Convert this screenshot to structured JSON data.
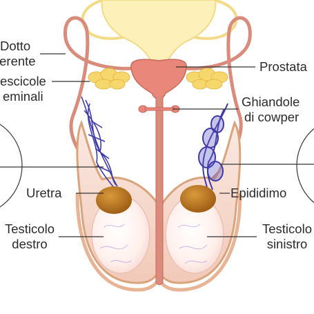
{
  "labels": {
    "dotto_deferente": [
      "Dotto",
      "ferente"
    ],
    "vescicole_seminali": [
      "escicole",
      "eminali"
    ],
    "prostata": "Prostata",
    "ghiandole_cowper": [
      "Ghiandole",
      "di cowper"
    ],
    "uretra": "Uretra",
    "epididimo": "Epididimo",
    "testicolo_destro": [
      "Testicolo",
      "destro"
    ],
    "testicolo_sinistro": [
      "Testicolo",
      "sinistro"
    ]
  },
  "colors": {
    "bladder": "#fdf0b8",
    "bladder_outline": "#f3da86",
    "ducts": "#d98c7c",
    "prostate": "#e8877a",
    "vesicles": "#f5d76e",
    "veins": "#3f3aa6",
    "epididymis_head": "#b8741f",
    "testis": "#fff3ef",
    "scrotum_inner": "#f4d6cc",
    "scrotum_outer": "#d9a47c",
    "leader_lines": "#333333"
  }
}
